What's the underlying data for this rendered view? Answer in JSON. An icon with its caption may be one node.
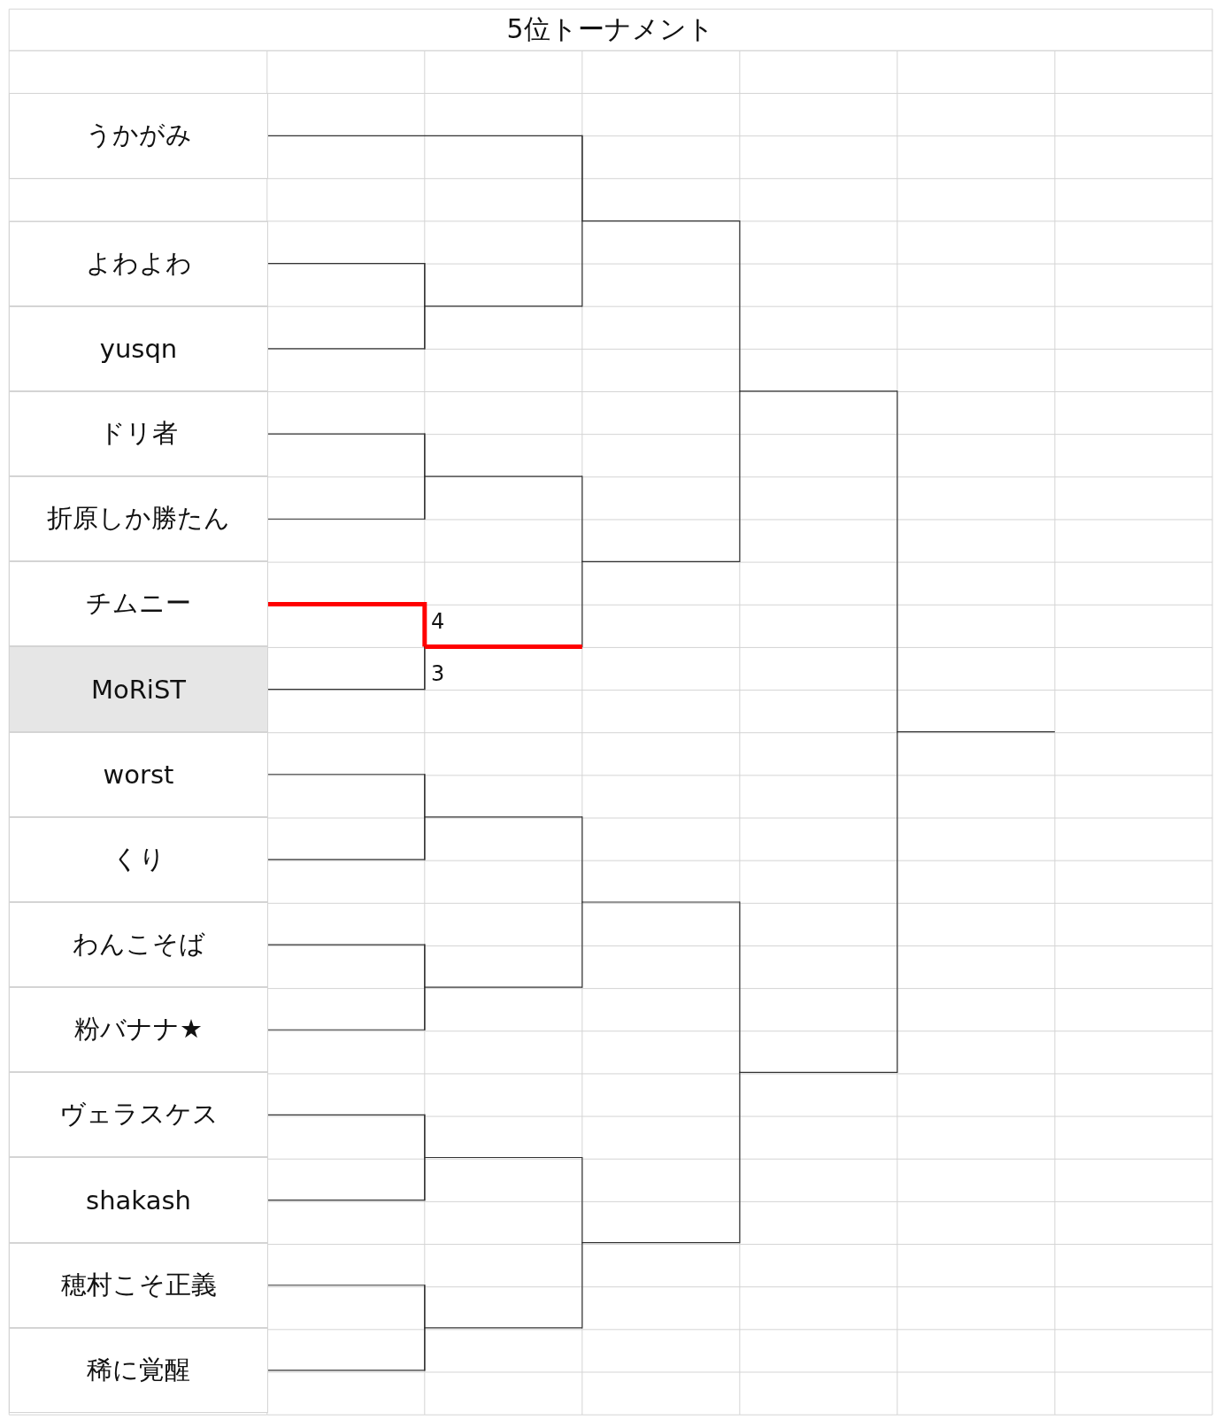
{
  "diagram": {
    "title": "5位トーナメント",
    "nodes": [
      {
        "text": [
          "うかがみ"
        ]
      },
      {
        "text": [
          "よわよわ"
        ]
      },
      {
        "text": [
          "yusqn"
        ]
      },
      {
        "text": [
          "ドリ者"
        ]
      },
      {
        "text": [
          "折原しか勝たん"
        ]
      },
      {
        "text": [
          "チムニー"
        ]
      },
      {
        "text": [
          "MoRiST"
        ]
      },
      {
        "text": [
          "worst"
        ]
      },
      {
        "text": [
          "くり"
        ]
      },
      {
        "text": [
          "わんこそば"
        ]
      },
      {
        "text": [
          "粉バナナ★"
        ]
      },
      {
        "text": [
          "ヴェラスケス"
        ]
      },
      {
        "text": [
          "shakash"
        ]
      },
      {
        "text": [
          "穂村こそ正義"
        ]
      },
      {
        "text": [
          "稀に覚醒"
        ]
      },
      {
        "text": [],
        "shape": "bar"
      },
      {
        "text": [],
        "shape": "bar"
      },
      {
        "text": [],
        "shape": "bar"
      },
      {
        "text": [],
        "shape": "bar"
      },
      {
        "text": [],
        "shape": "bar"
      },
      {
        "text": [],
        "shape": "bar"
      },
      {
        "text": [],
        "shape": "bar"
      },
      {
        "text": [],
        "shape": "bar"
      },
      {
        "text": [],
        "shape": "bar"
      },
      {
        "text": [],
        "shape": "bar"
      },
      {
        "text": [],
        "shape": "bar"
      },
      {
        "text": [],
        "shape": "bar"
      },
      {
        "text": [],
        "shape": "bar"
      },
      {
        "text": [],
        "shape": "bar"
      }
    ],
    "edges": [
      {
        "from": 0,
        "to": 22,
        "arrow": "none"
      },
      {
        "from": 1,
        "to": 15,
        "arrow": "none"
      },
      {
        "from": 2,
        "to": 15,
        "arrow": "none"
      },
      {
        "from": 3,
        "to": 16,
        "arrow": "none"
      },
      {
        "from": 4,
        "to": 16,
        "arrow": "none"
      },
      {
        "from": 5,
        "to": 17,
        "arrow": "none",
        "style": "thick",
        "color": "#ff0000"
      },
      {
        "from": 6,
        "to": 17,
        "arrow": "none"
      },
      {
        "from": 7,
        "to": 18,
        "arrow": "none"
      },
      {
        "from": 8,
        "to": 18,
        "arrow": "none"
      },
      {
        "from": 9,
        "to": 19,
        "arrow": "none"
      },
      {
        "from": 10,
        "to": 19,
        "arrow": "none"
      },
      {
        "from": 11,
        "to": 20,
        "arrow": "none"
      },
      {
        "from": 12,
        "to": 20,
        "arrow": "none"
      },
      {
        "from": 13,
        "to": 21,
        "arrow": "none"
      },
      {
        "from": 14,
        "to": 21,
        "arrow": "none"
      },
      {
        "from": 15,
        "to": 22,
        "arrow": "none"
      },
      {
        "from": 16,
        "to": 23,
        "arrow": "none"
      },
      {
        "from": 17,
        "to": 23,
        "arrow": "none",
        "style": "thick",
        "color": "#ff0000"
      },
      {
        "from": 18,
        "to": 24,
        "arrow": "none"
      },
      {
        "from": 19,
        "to": 24,
        "arrow": "none"
      },
      {
        "from": 20,
        "to": 25,
        "arrow": "none"
      },
      {
        "from": 21,
        "to": 25,
        "arrow": "none"
      },
      {
        "from": 22,
        "to": 26,
        "arrow": "none"
      },
      {
        "from": 23,
        "to": 26,
        "arrow": "none"
      },
      {
        "from": 24,
        "to": 27,
        "arrow": "none"
      },
      {
        "from": 25,
        "to": 27,
        "arrow": "none"
      },
      {
        "from": 26,
        "to": 28,
        "arrow": "none"
      },
      {
        "from": 27,
        "to": 28,
        "arrow": "none"
      },
      {
        "from": 28,
        "to": null,
        "arrow": "none"
      }
    ],
    "labels": [
      "4",
      "3"
    ]
  }
}
